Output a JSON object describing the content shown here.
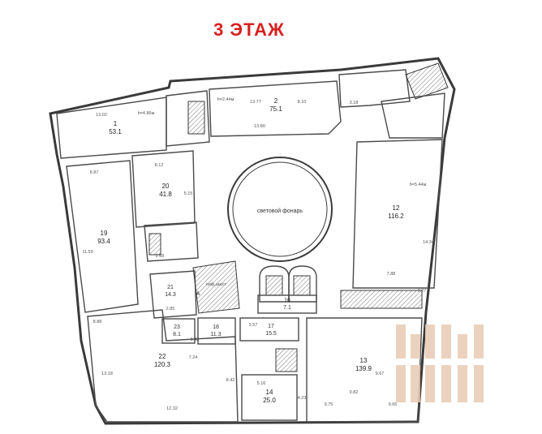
{
  "header": {
    "title": "3 ЭТАЖ",
    "title_color": "#d62020"
  },
  "rooms": [
    {
      "id": "room-1",
      "num": "1",
      "area": "53.1"
    },
    {
      "id": "room-2",
      "num": "2",
      "area": "75.1"
    },
    {
      "id": "room-12",
      "num": "12",
      "area": "116.2"
    },
    {
      "id": "room-13",
      "num": "13",
      "area": "139.9"
    },
    {
      "id": "room-14",
      "num": "14",
      "area": "25.0"
    },
    {
      "id": "room-16",
      "num": "16",
      "area": "7.1"
    },
    {
      "id": "room-17",
      "num": "17",
      "area": "15.5"
    },
    {
      "id": "room-18",
      "num": "18",
      "area": "11.3"
    },
    {
      "id": "room-19",
      "num": "19",
      "area": "93.4"
    },
    {
      "id": "room-20",
      "num": "20",
      "area": "41.8"
    },
    {
      "id": "room-21",
      "num": "21",
      "area": "14.3"
    },
    {
      "id": "room-22",
      "num": "22",
      "area": "120.3"
    },
    {
      "id": "room-23",
      "num": "23",
      "area": "8.1"
    }
  ],
  "labels": {
    "atrium": "световой фонарь",
    "point_a": "A",
    "lift": "лиф.шахт"
  },
  "dims": {
    "d_1302": "13.02",
    "d_h1": "h=4.86м",
    "d_h2": "h=2.44м",
    "d_1377": "13.77",
    "d_810": "8.10",
    "d_1380": "13.80",
    "d_818": "3.18",
    "d_812": "8.12",
    "d_887": "8.87",
    "d_515": "5.15",
    "d_1159": "11.59",
    "d_h3": "h=5.44м",
    "d_1434": "14.34",
    "d_788": "7.88",
    "d_285": "2.85",
    "d_268": "2.68",
    "d_888": "8.88",
    "d_724": "7.24",
    "d_1232": "12.32",
    "d_1318": "13.18",
    "d_842": "8.42",
    "d_357": "3.57",
    "d_516": "5.16",
    "d_423": "4.23",
    "d_975": "9.75",
    "d_967": "9.67",
    "d_965": "9.65",
    "d_982": "9.82",
    "d_843": "8.43",
    "d_727": "7.27"
  },
  "colors": {
    "wall": "#3a3a3a",
    "watermark": "#e8cbb3"
  }
}
